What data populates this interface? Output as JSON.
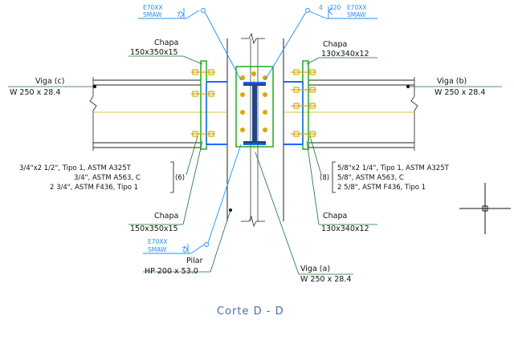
{
  "drawing": {
    "title": "Corte D - D",
    "weld_top_left": {
      "electrode": "E70XX",
      "process": "SMAW",
      "size": "7"
    },
    "weld_top_right": {
      "size": "4",
      "length": "220",
      "electrode": "E70XX",
      "process": "SMAW"
    },
    "weld_bottom_left": {
      "electrode": "E70XX",
      "process": "SMAW",
      "size": "7"
    },
    "plate_tl": {
      "label": "Chapa",
      "dims": "150x350x15"
    },
    "plate_tr": {
      "label": "Chapa",
      "dims": "130x340x12"
    },
    "plate_bl": {
      "label": "Chapa",
      "dims": "150x350x15"
    },
    "plate_br": {
      "label": "Chapa",
      "dims": "130x340x12"
    },
    "beam_c": {
      "label": "Viga (c)",
      "section": "W 250 x 28.4"
    },
    "beam_b": {
      "label": "Viga (b)",
      "section": "W 250 x 28.4"
    },
    "beam_a": {
      "label": "Viga (a)",
      "section": "W 250 x 28.4"
    },
    "column": {
      "label": "Pilar",
      "section": "HP 200 x 53.0"
    },
    "bolts_left": {
      "count": "(6)",
      "line1": "3/4\"x2 1/2\", Tipo 1, ASTM A325T",
      "line2": "3/4\", ASTM A563, C",
      "line3": "2 3/4\", ASTM F436, Tipo 1"
    },
    "bolts_right": {
      "count": "(8)",
      "line1": "5/8\"x2 1/4\", Tipo 1, ASTM A325T",
      "line2": "5/8\", ASTM A563, C",
      "line3": "2 5/8\", ASTM F436, Tipo 1"
    }
  },
  "colors": {
    "leader": "#1a6f2a",
    "weld": "#1e90ff",
    "plate": "#22aa22",
    "bolt": "#d8a900",
    "centerline": "#c8b400",
    "steel": "#222222"
  }
}
